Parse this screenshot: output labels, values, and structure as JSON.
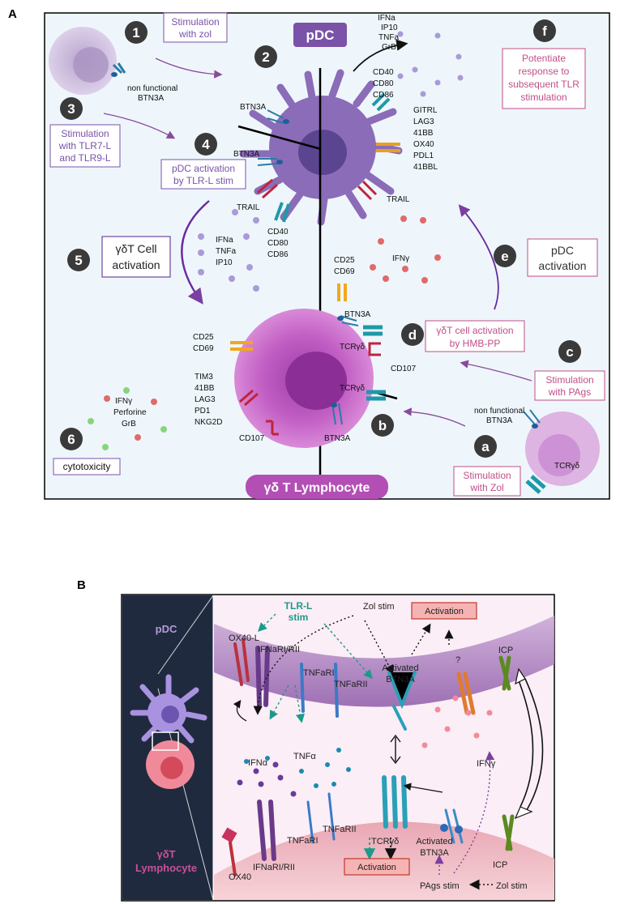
{
  "panel_a": {
    "letter": "A",
    "title_pdc": "pDC",
    "title_gd": "γδ T Lymphocyte",
    "steps": [
      {
        "num": "1",
        "text": [
          "Stimulation",
          "with zol"
        ]
      },
      {
        "num": "2",
        "text": []
      },
      {
        "num": "3",
        "text": [
          "Stimulation",
          "with TLR7-L",
          "and TLR9-L"
        ]
      },
      {
        "num": "4",
        "text": [
          "pDC activation",
          "by TLR-L stim"
        ]
      },
      {
        "num": "5",
        "text": [
          "γδT Cell",
          "activation"
        ]
      },
      {
        "num": "6",
        "text": [
          "cytotoxicity"
        ]
      }
    ],
    "letters": [
      {
        "num": "a",
        "text": [
          "Stimulation",
          "with Zol"
        ]
      },
      {
        "num": "b",
        "text": []
      },
      {
        "num": "c",
        "text": [
          "Stimulation",
          "with PAgs"
        ]
      },
      {
        "num": "d",
        "text": [
          "γδT cell activation",
          "by HMB-PP"
        ]
      },
      {
        "num": "e",
        "text": [
          "pDC",
          "activation"
        ]
      },
      {
        "num": "f",
        "text": [
          "Potentiate",
          "response to",
          "subsequent TLR",
          "stimulation"
        ]
      }
    ],
    "labels": {
      "nonfunc_top": [
        "non functional",
        "BTN3A"
      ],
      "btn3a_1": "BTN3A",
      "btn3a_2": "BTN3A",
      "trail_left": "TRAIL",
      "trail_right": "TRAIL",
      "cytokines_top": [
        "IFNa",
        "IP10",
        "TNFa",
        "GrB"
      ],
      "costim_top": [
        "CD40",
        "CD80",
        "CD86"
      ],
      "ligands_right": [
        "GITRL",
        "LAG3",
        "41BB",
        "OX40",
        "PDL1",
        "41BBL"
      ],
      "cytokines_mid": [
        "IFNa",
        "TNFa",
        "IP10"
      ],
      "costim_mid": [
        "CD40",
        "CD80",
        "CD86"
      ],
      "cd25_top": [
        "CD25",
        "CD69"
      ],
      "ifng_mid": "IFNγ",
      "btn3a_gd": "BTN3A",
      "tcr1": "TCRγδ",
      "tcr2": "TCRγδ",
      "cd107_right": "CD107",
      "cd25_left": [
        "CD25",
        "CD69"
      ],
      "markers_left": [
        "TIM3",
        "41BB",
        "LAG3",
        "PD1",
        "NKG2D"
      ],
      "cd107_left": "CD107",
      "cytotox": [
        "IFNγ",
        "Perforine",
        "GrB"
      ],
      "btn3a_bottom": "BTN3A",
      "nonfunc_bottom": [
        "non functional",
        "BTN3A"
      ],
      "tcr_bottom": "TCRγδ"
    }
  },
  "panel_b": {
    "letter": "B",
    "sidebar_pdc": "pDC",
    "sidebar_gd": [
      "γδT",
      "Lymphocyte"
    ],
    "labels": {
      "tlr": [
        "TLR-L",
        "stim"
      ],
      "zol_top": "Zol stim",
      "activation_top": "Activation",
      "ox40l": "OX40-L",
      "ifnari_top": "IFNaRI/RII",
      "tnfari_top": "TNFaRI",
      "tnfarii_top": "TNFaRII",
      "activated_btn3a_top": [
        "Activated",
        "BTN3A"
      ],
      "question": "?",
      "icp_top": "ICP",
      "ifna": "IFNα",
      "tnfa": "TNFα",
      "ifng": "IFNγ",
      "tnfari_bot": "TNFaRI",
      "tnfarii_bot": "TNFaRII",
      "tcr": "TCRγδ",
      "activated_btn3a_bot": [
        "Activated",
        "BTN3A"
      ],
      "icp_bot": "ICP",
      "ox40": "OX40",
      "ifnari_bot": "IFNaRI/RII",
      "activation_bot": "Activation",
      "pags": "PAgs stim",
      "zol_bot": "Zol stim"
    }
  },
  "colors": {
    "box_purple": "#7a52a8",
    "box_pink": "#c04f86",
    "pdc_body": "#8b6cb8",
    "gd_body": "#b34fb4",
    "activation_fill": "#f6b3b3",
    "activation_stroke": "#c0392b",
    "panel_b_dark": "#202a3f"
  }
}
